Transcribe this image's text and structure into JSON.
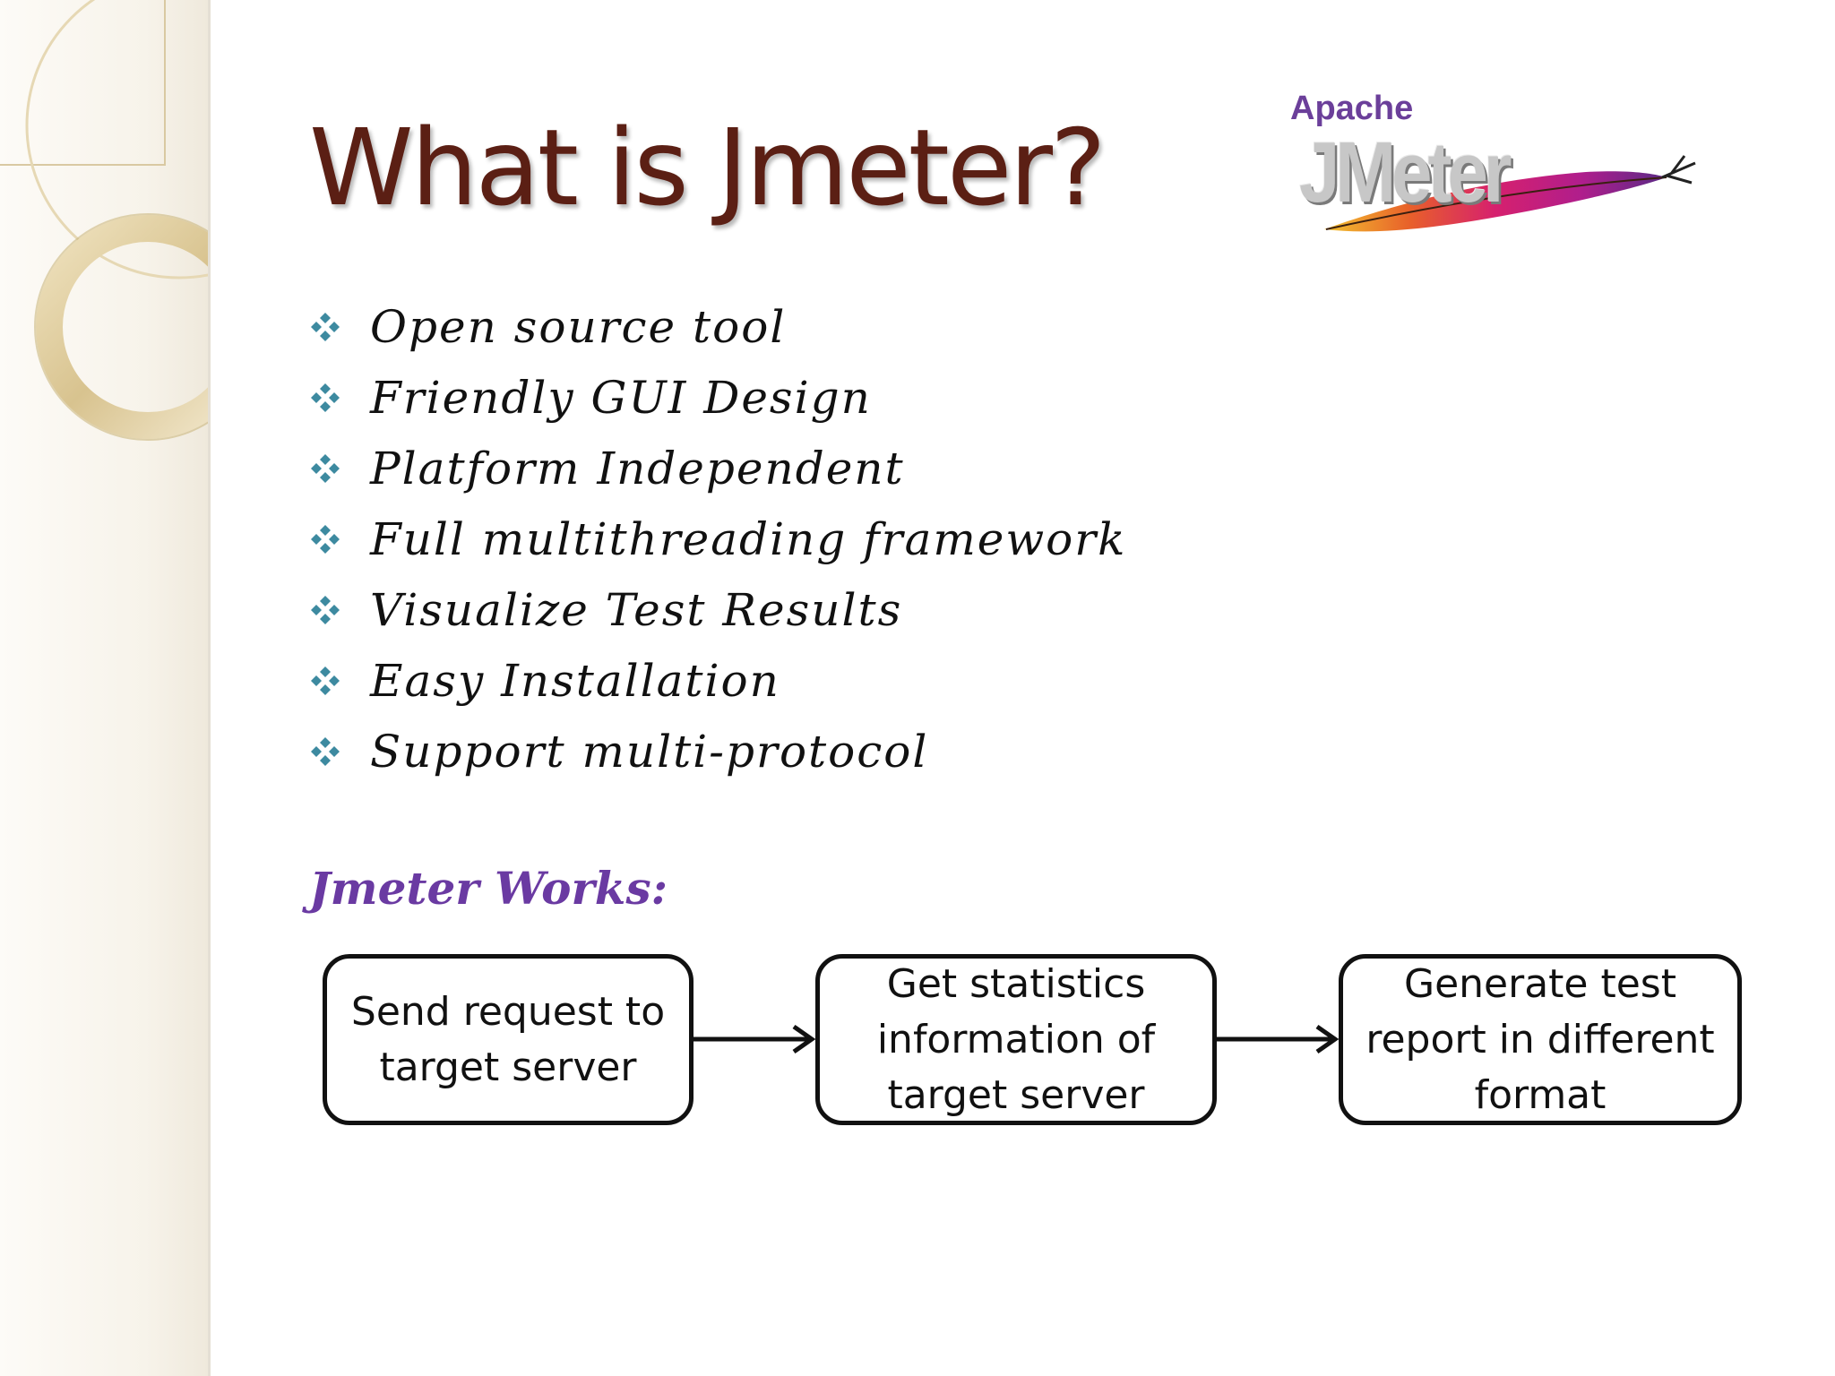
{
  "slide": {
    "title": "What is Jmeter?",
    "logo": {
      "top_text": "Apache",
      "main_text": "JMeter",
      "icon": "apache-feather-icon"
    },
    "bullet_icon": "four-diamond-bullet-icon",
    "bullets": [
      "Open source tool",
      "Friendly GUI Design",
      "Platform Independent",
      "Full multithreading framework",
      "Visualize Test Results",
      "Easy Installation",
      "Support multi-protocol"
    ],
    "works_label": "Jmeter Works:",
    "flow": [
      {
        "text": "Send request to target server"
      },
      {
        "text": "Get statistics information of target server"
      },
      {
        "text": "Generate test report in different format"
      }
    ]
  },
  "colors": {
    "title": "#5b1f14",
    "bullet_icon": "#3d8aa0",
    "works_label": "#6a3aa2",
    "logo_apache": "#6b3f9a",
    "box_border": "#111111"
  }
}
